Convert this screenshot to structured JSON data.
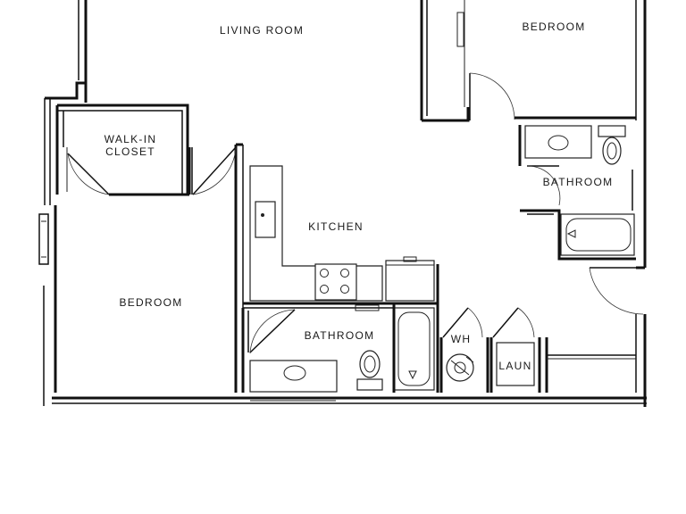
{
  "rooms": {
    "living_room": "LIVING ROOM",
    "bedroom_top": "BEDROOM",
    "walk_in_closet_line1": "WALK-IN",
    "walk_in_closet_line2": "CLOSET",
    "bathroom_right": "BATHROOM",
    "kitchen": "KITCHEN",
    "bedroom_left": "BEDROOM",
    "bathroom_bottom": "BATHROOM",
    "water_heater": "WH",
    "laundry": "LAUN"
  },
  "colors": {
    "wall": "#111111",
    "background": "#ffffff"
  }
}
